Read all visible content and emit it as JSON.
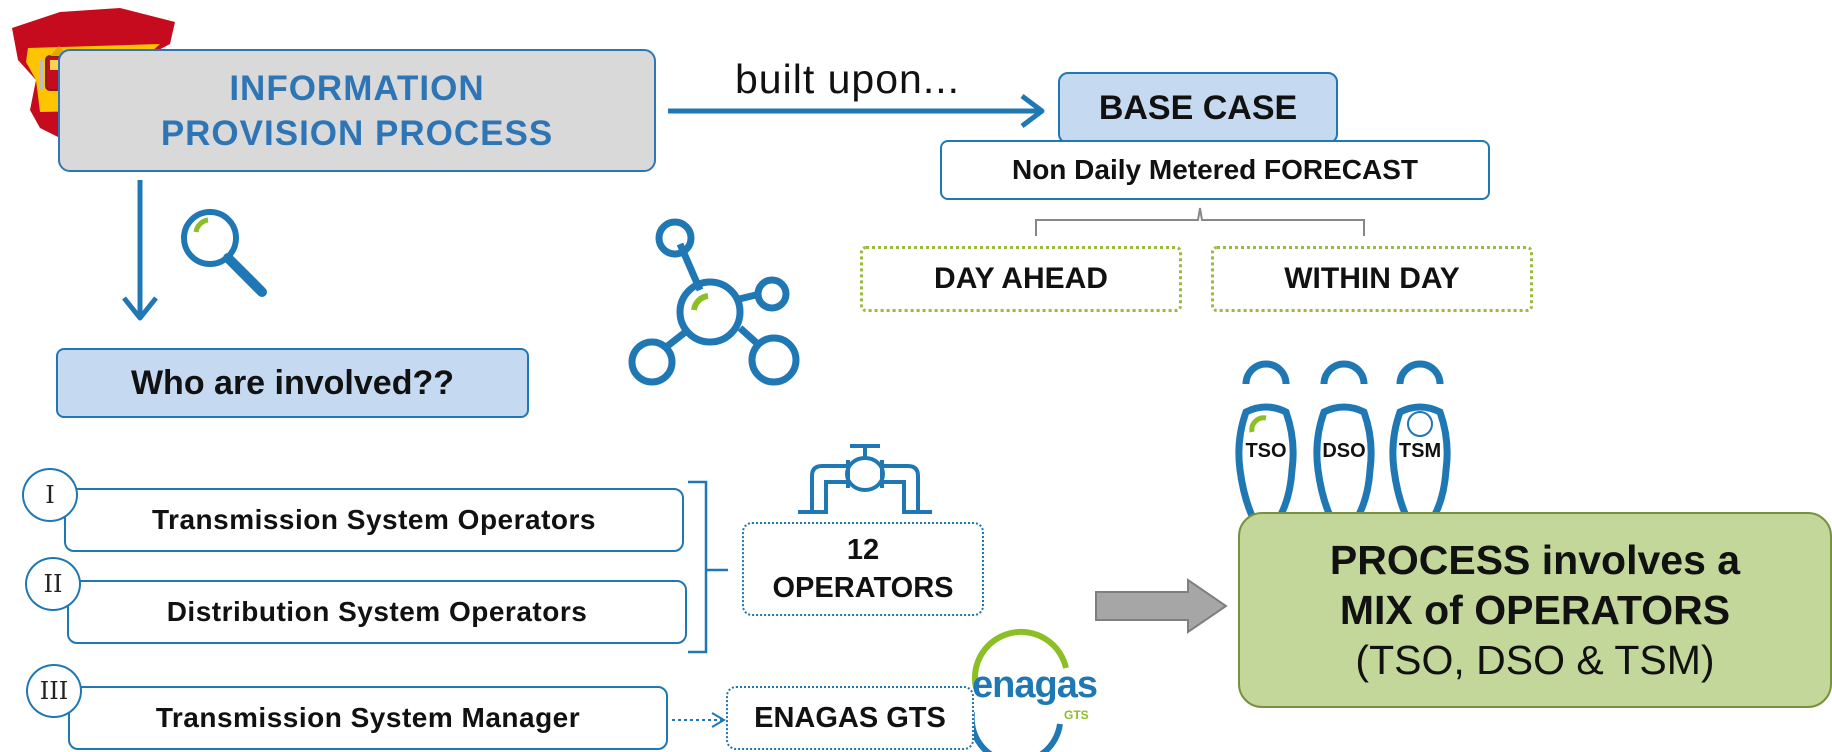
{
  "main_process": {
    "line1": "INFORMATION",
    "line2": "PROVISION PROCESS"
  },
  "built_upon": "built upon...",
  "base_case": "BASE CASE",
  "ndm_forecast": "Non Daily Metered FORECAST",
  "day_ahead": "DAY AHEAD",
  "within_day": "WITHIN DAY",
  "who_involved": "Who are involved??",
  "operators": [
    {
      "numeral": "I",
      "label": "Transmission System Operators"
    },
    {
      "numeral": "II",
      "label": "Distribution System Operators"
    },
    {
      "numeral": "III",
      "label": "Transmission System Manager"
    }
  ],
  "operator_count": {
    "number": "12",
    "label": "OPERATORS"
  },
  "enagas_box": "ENAGAS GTS",
  "enagas_logo": {
    "word": "enagas",
    "sub": "GTS"
  },
  "people": [
    "TSO",
    "DSO",
    "TSM"
  ],
  "mix": {
    "line1": "PROCESS involves  a",
    "line2": "MIX of OPERATORS",
    "line3": "(TSO, DSO & TSM)"
  },
  "colors": {
    "blue": "#1f78b4",
    "green": "#9bbb3d",
    "mix_fill": "#c4d79b",
    "box_fill": "#c5d9f1",
    "spain_red": "#c60b1e",
    "spain_yellow": "#ffc400"
  }
}
